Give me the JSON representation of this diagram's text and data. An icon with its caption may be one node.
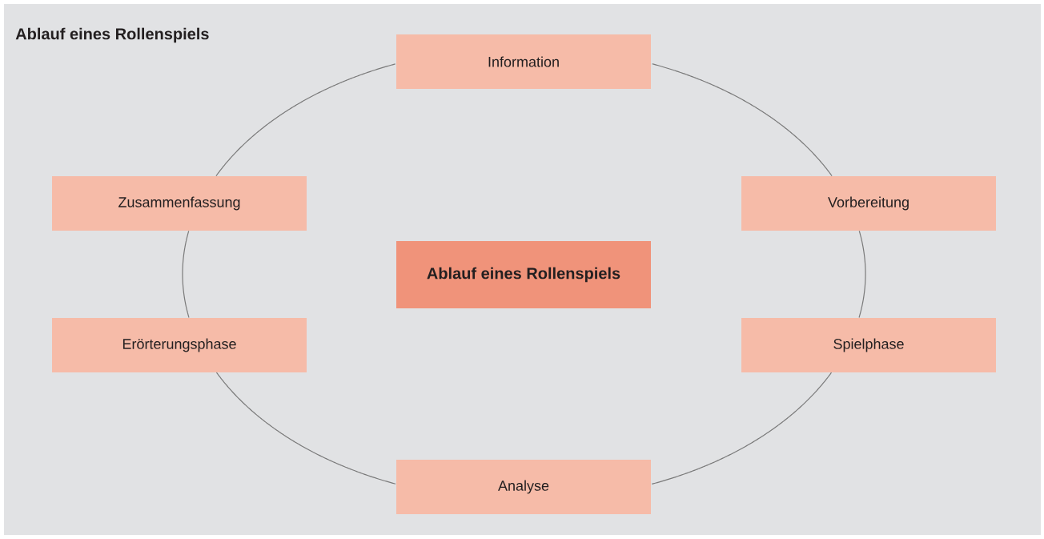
{
  "diagram": {
    "title": "Ablauf eines Rollenspiels",
    "nodes": [
      {
        "text": [
          "Information"
        ]
      },
      {
        "text": [
          "Zusammenfassung"
        ]
      },
      {
        "text": [
          "Vorbereitung"
        ]
      },
      {
        "text": [
          "Ablauf eines Rollenspiels"
        ]
      },
      {
        "text": [
          "Erörterungsphase"
        ]
      },
      {
        "text": [
          "Spielphase"
        ]
      },
      {
        "text": [
          "Analyse"
        ]
      }
    ],
    "edges": [
      {
        "from": 0,
        "to": 2,
        "arrow": "none"
      },
      {
        "from": 2,
        "to": 5,
        "arrow": "none"
      },
      {
        "from": 5,
        "to": 6,
        "arrow": "none"
      },
      {
        "from": 6,
        "to": 4,
        "arrow": "none"
      },
      {
        "from": 4,
        "to": 1,
        "arrow": "none"
      },
      {
        "from": 1,
        "to": 0,
        "arrow": "none"
      }
    ]
  }
}
